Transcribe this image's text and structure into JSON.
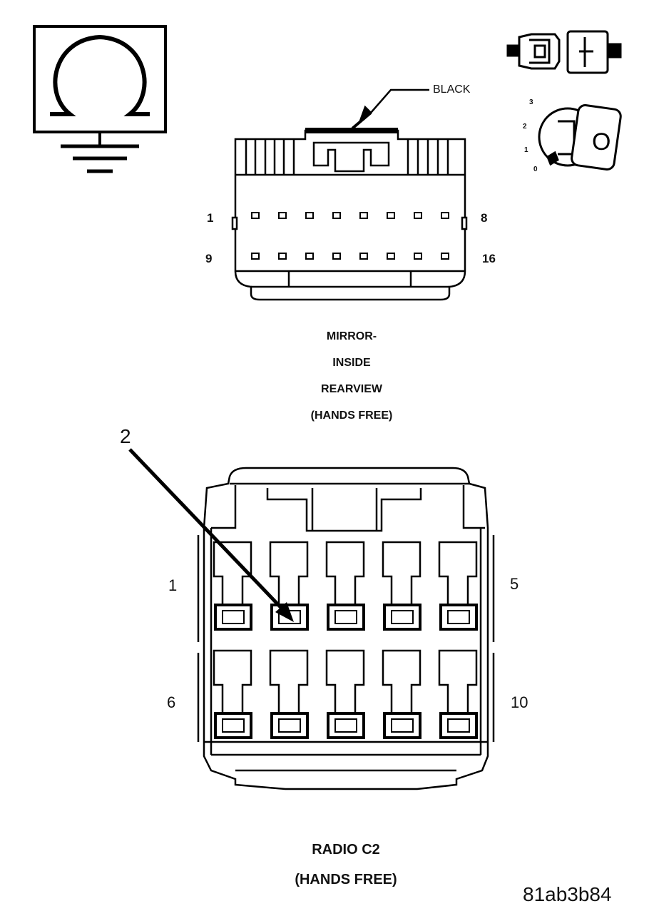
{
  "ground_symbol": {
    "icon": "ground-ohm-icon"
  },
  "ignition_icons": {
    "connector_icon": "connector-plug-icon",
    "key_icon": "ignition-key-icon",
    "key_positions": [
      "3",
      "2",
      "1",
      "0"
    ],
    "key_letter": "O"
  },
  "top_connector": {
    "callout": "BLACK",
    "pins": {
      "row1_left": "1",
      "row1_right": "8",
      "row2_left": "9",
      "row2_right": "16"
    },
    "title": [
      "MIRROR-",
      "INSIDE",
      "REARVIEW",
      "(HANDS FREE)"
    ]
  },
  "bottom_connector": {
    "callout_number": "2",
    "pins": {
      "row1_left": "1",
      "row1_right": "5",
      "row2_left": "6",
      "row2_right": "10"
    },
    "title": [
      "RADIO C2",
      "(HANDS FREE)"
    ]
  },
  "figure_id": "81ab3b84"
}
